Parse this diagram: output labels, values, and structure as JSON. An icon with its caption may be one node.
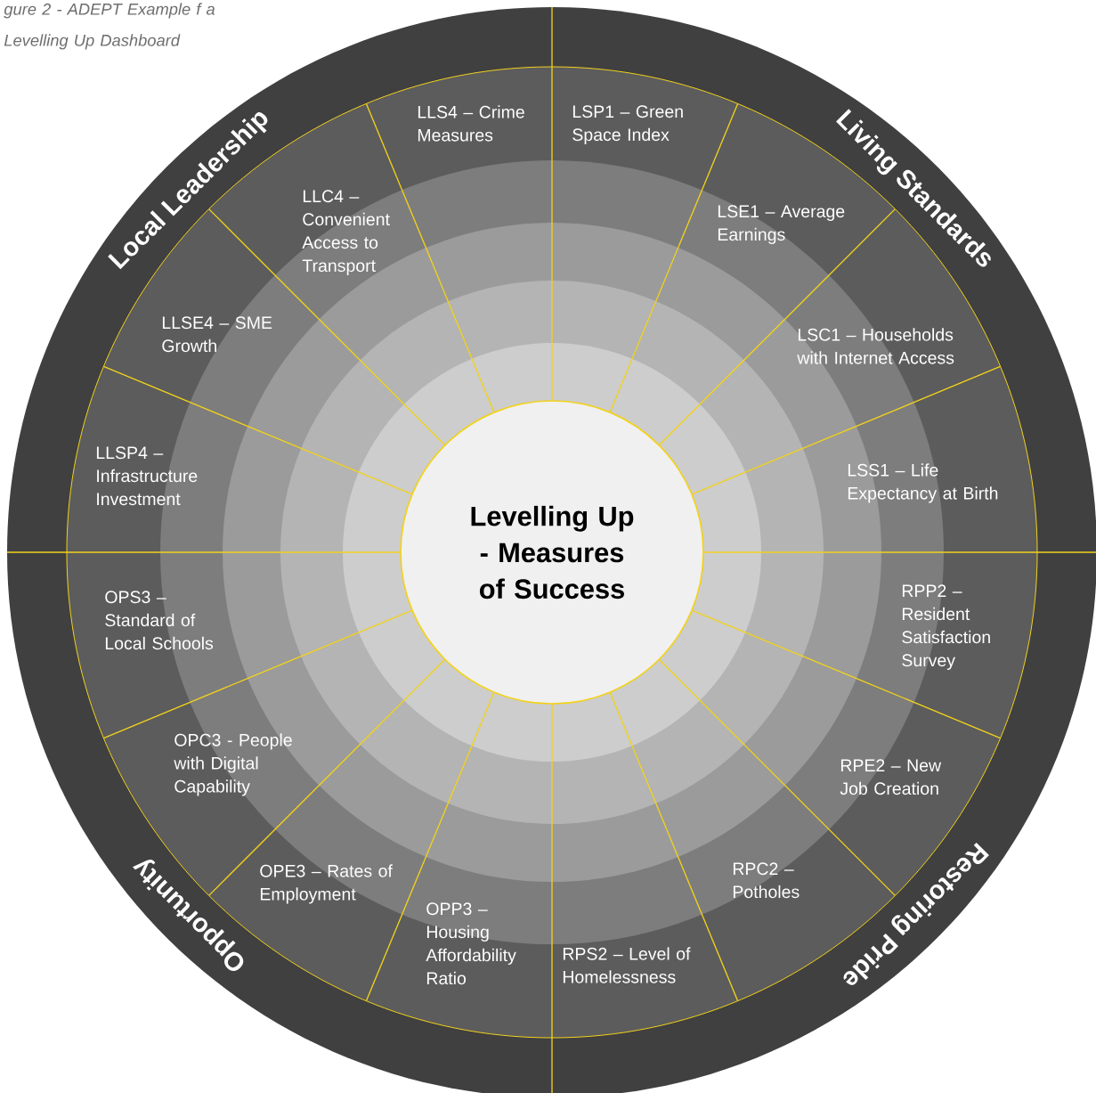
{
  "diagram": {
    "caption": "gure 2 - ADEPT Example f a Levelling Up Dashboard",
    "nodes": [
      {
        "text": [
          "Levelling Up - Measures of Success"
        ]
      },
      {
        "text": [
          "Local Leadership"
        ]
      },
      {
        "text": [
          "Living Standards"
        ]
      },
      {
        "text": [
          "Restoring Pride"
        ]
      },
      {
        "text": [
          "Opportunity"
        ]
      },
      {
        "text": [
          "LLS4 – Crime Measures"
        ]
      },
      {
        "text": [
          "LSP1 – Green Space Index"
        ]
      },
      {
        "text": [
          "LSE1 – Average Earnings"
        ]
      },
      {
        "text": [
          "LSC1 – Households with Internet Access"
        ]
      },
      {
        "text": [
          "LSS1 – Life Expectancy at Birth"
        ]
      },
      {
        "text": [
          "RPP2 – Resident Satisfaction Survey"
        ]
      },
      {
        "text": [
          "RPE2 – New Job Creation"
        ]
      },
      {
        "text": [
          "RPC2 – Potholes"
        ]
      },
      {
        "text": [
          "RPS2 – Level of Homelessness"
        ]
      },
      {
        "text": [
          "OPP3 – Housing Affordability Ratio"
        ]
      },
      {
        "text": [
          "OPE3 – Rates of Employment"
        ]
      },
      {
        "text": [
          "OPC3 -  People with Digital Capability"
        ]
      },
      {
        "text": [
          "OPS3 – Standard of Local Schools"
        ]
      },
      {
        "text": [
          "LLSP4 – Infrastructure Investment"
        ]
      },
      {
        "text": [
          "LLSE4 – SME Growth"
        ]
      },
      {
        "text": [
          "LLC4 – Convenient Access to Transport"
        ]
      }
    ]
  }
}
